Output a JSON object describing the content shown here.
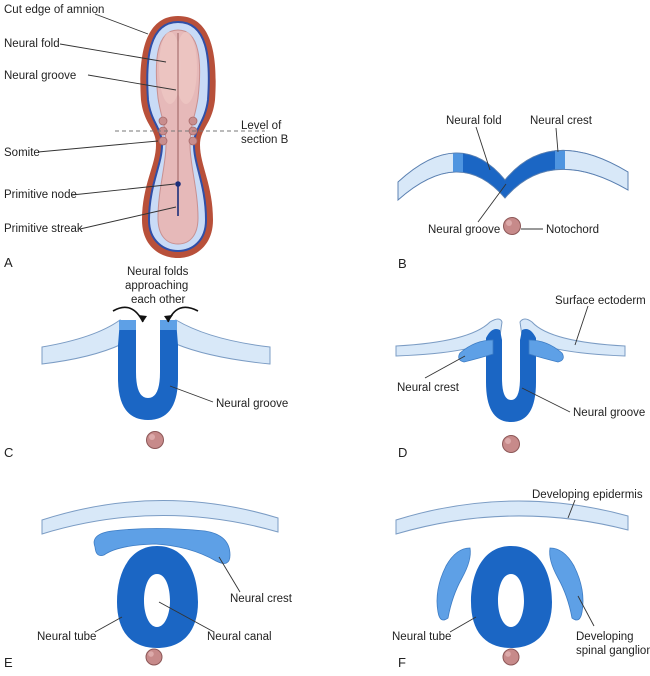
{
  "colors": {
    "neural_dark": "#1b66c4",
    "neural_mid": "#3d86d8",
    "ectoderm_light": "#d8e8f8",
    "ectoderm_stroke": "#7b9cc4",
    "amnion_rim": "#b8503a",
    "embryo_outer": "#c9dbf6",
    "embryo_inner": "#e6b9b9",
    "notochord": "#c78a8a",
    "leader_line": "#333333"
  },
  "panels": {
    "A": {
      "letter": "A",
      "labels": {
        "cut_edge": "Cut edge of amnion",
        "neural_fold": "Neural fold",
        "neural_groove": "Neural groove",
        "level_line1": "Level of",
        "level_line2": "section B",
        "somite": "Somite",
        "primitive_node": "Primitive node",
        "primitive_streak": "Primitive streak"
      }
    },
    "B": {
      "letter": "B",
      "labels": {
        "neural_fold": "Neural fold",
        "neural_crest": "Neural crest",
        "neural_groove": "Neural groove",
        "notochord": "Notochord"
      }
    },
    "C": {
      "letter": "C",
      "labels": {
        "approach_line1": "Neural folds",
        "approach_line2": "approaching",
        "approach_line3": "each other",
        "neural_groove": "Neural groove"
      }
    },
    "D": {
      "letter": "D",
      "labels": {
        "surface_ectoderm": "Surface ectoderm",
        "neural_crest": "Neural crest",
        "neural_groove": "Neural groove"
      }
    },
    "E": {
      "letter": "E",
      "labels": {
        "neural_crest": "Neural crest",
        "neural_tube": "Neural tube",
        "neural_canal": "Neural canal"
      }
    },
    "F": {
      "letter": "F",
      "labels": {
        "developing_epidermis": "Developing epidermis",
        "neural_tube": "Neural tube",
        "ganglion_line1": "Developing",
        "ganglion_line2": "spinal ganglion"
      }
    }
  }
}
